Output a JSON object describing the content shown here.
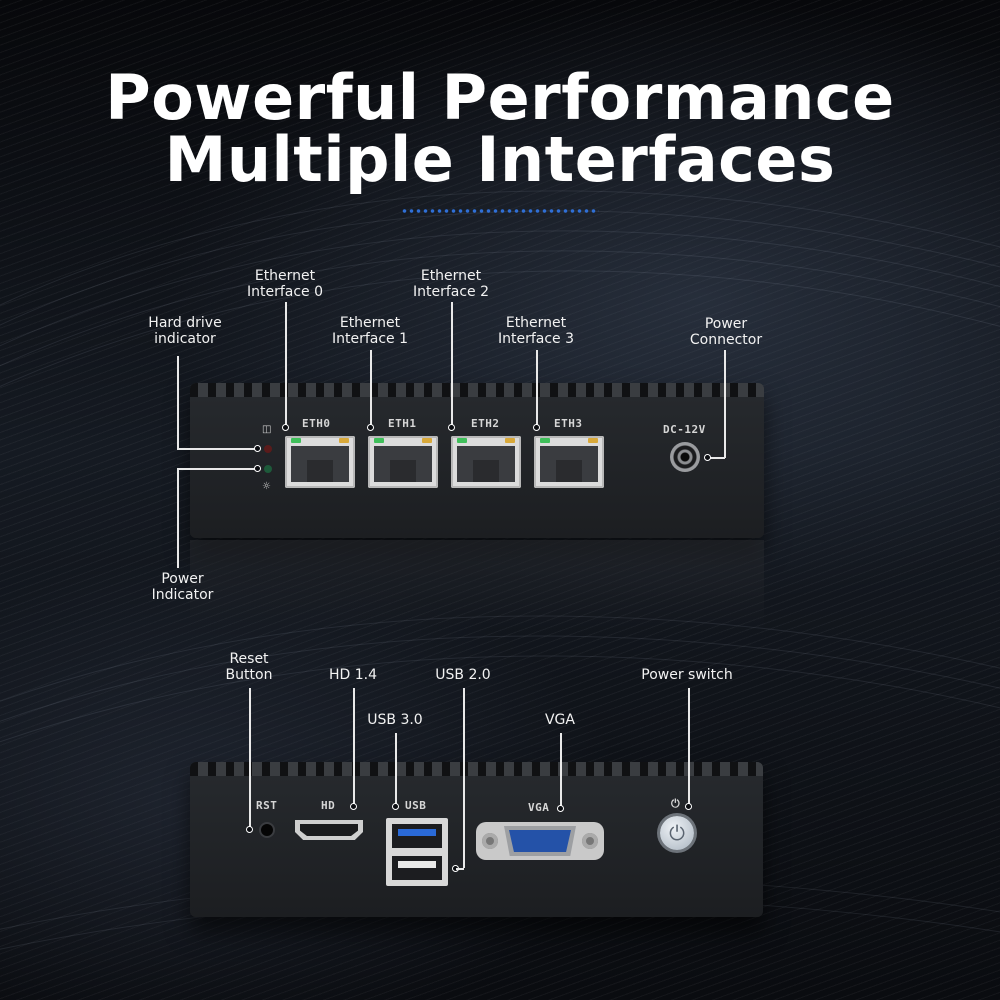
{
  "title": {
    "line1": "Powerful Performance",
    "line2": "Multiple Interfaces"
  },
  "front_panel": {
    "callouts": {
      "hdd": "Hard drive\nindicator",
      "eth0": "Ethernet\nInterface 0",
      "eth1": "Ethernet\nInterface 1",
      "eth2": "Ethernet\nInterface 2",
      "eth3": "Ethernet\nInterface 3",
      "power_connector": "Power\nConnector",
      "power_indicator": "Power\nIndicator"
    },
    "port_labels": {
      "eth0": "ETH0",
      "eth1": "ETH1",
      "eth2": "ETH2",
      "eth3": "ETH3",
      "dc": "DC-12V"
    }
  },
  "rear_panel": {
    "callouts": {
      "reset": "Reset\nButton",
      "hd": "HD 1.4",
      "usb2": "USB 2.0",
      "usb3": "USB 3.0",
      "vga": "VGA",
      "power_switch": "Power switch"
    },
    "port_labels": {
      "rst": "RST",
      "hd": "HD",
      "usb": "USB",
      "vga": "VGA"
    }
  },
  "colors": {
    "accent_dots": "#2f6fd6",
    "usb3_blue": "#2a6ad8",
    "vga_blue": "#2452a8",
    "led_green": "#3fbf5a",
    "led_orange": "#d9a93a"
  }
}
